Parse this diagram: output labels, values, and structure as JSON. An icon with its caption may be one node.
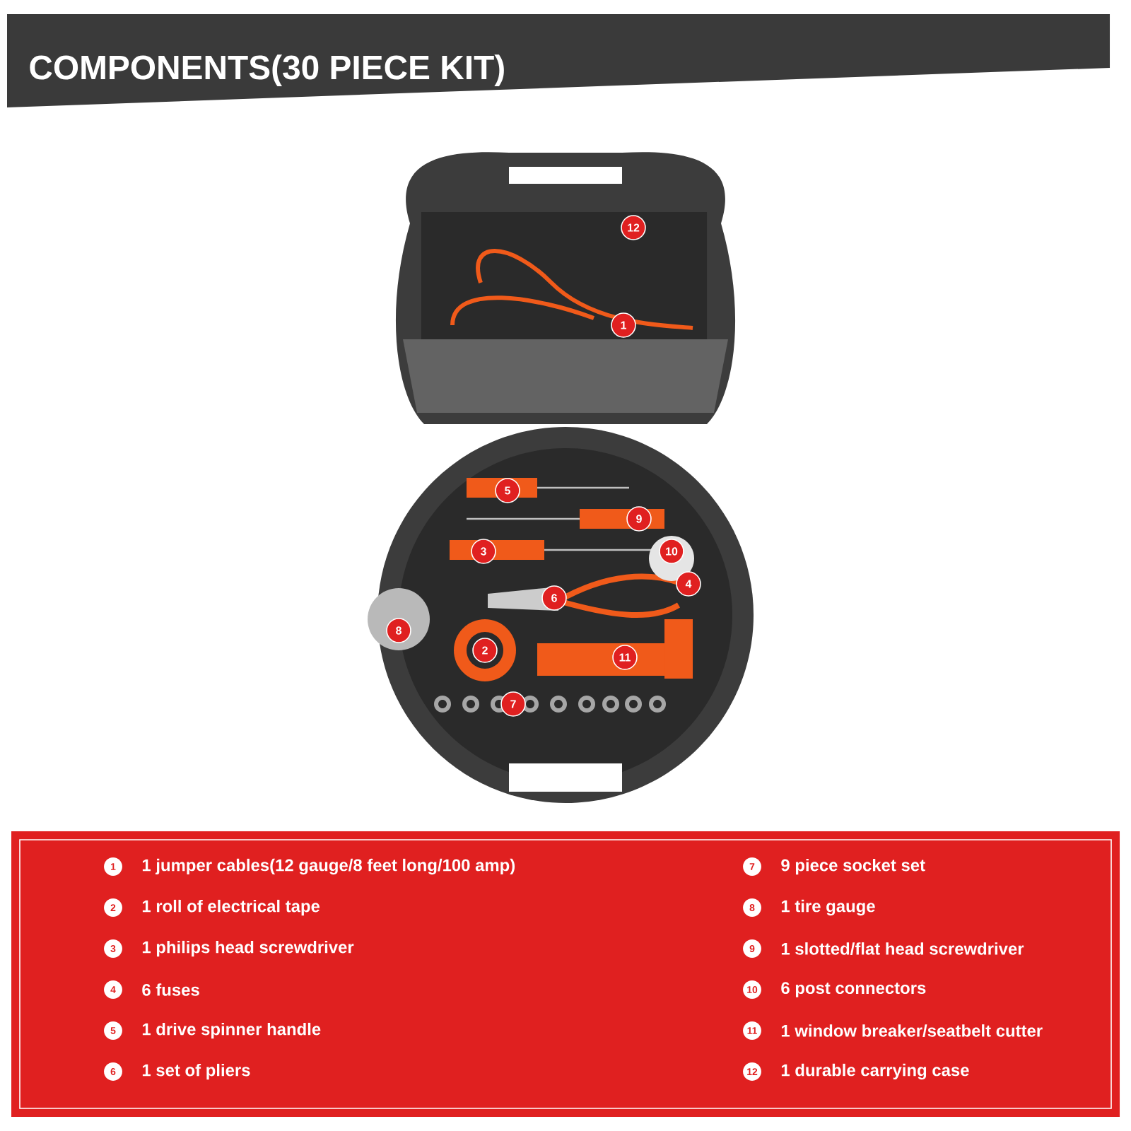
{
  "diagram": {
    "title": "**COMPONENTS**(30 PIECE KIT)",
    "labels": [
      "12",
      "1",
      "5",
      "9",
      "3",
      "10",
      "6",
      "4",
      "8",
      "2",
      "11",
      "7",
      "1",
      "1 jumper cables(12 gauge/8 feet long/100 amp)",
      "7",
      "9 piece socket set",
      "2",
      "1 roll of electrical tape",
      "8",
      "1 tire gauge",
      "3",
      "1 philips head screwdriver",
      "9",
      "1 slotted/flat head screwdriver",
      "4",
      "6 fuses",
      "10",
      "6 post connectors",
      "5",
      "1 drive spinner handle",
      "11",
      "1 window breaker/seatbelt cutter",
      "6",
      "1 set of pliers",
      "12",
      "1 durable carrying case"
    ]
  }
}
